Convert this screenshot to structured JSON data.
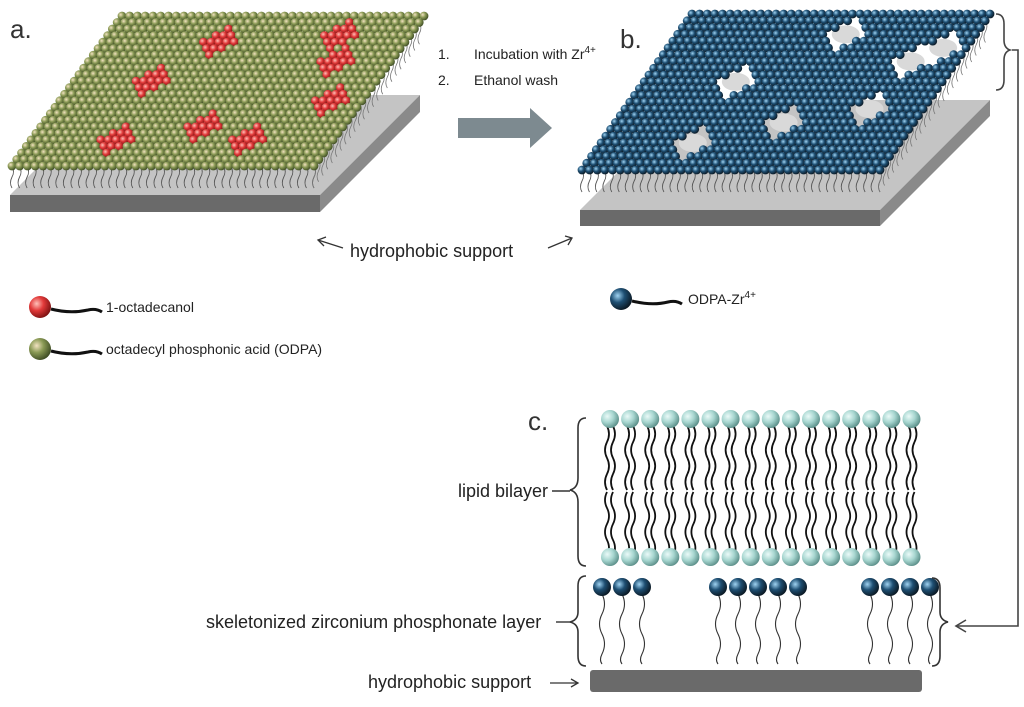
{
  "panels": {
    "a": "a.",
    "b": "b.",
    "c": "c."
  },
  "steps": [
    {
      "num": "1.",
      "text": "Incubation with Zr",
      "sup": "4+"
    },
    {
      "num": "2.",
      "text": "Ethanol wash",
      "sup": ""
    }
  ],
  "labels": {
    "hydrophobic_support_top": "hydrophobic support",
    "lipid_bilayer": "lipid bilayer",
    "zr_layer": "skeletonized zirconium phosphonate layer",
    "hydrophobic_support_bottom": "hydrophobic support"
  },
  "legend": {
    "octadecanol": "1-octadecanol",
    "odpa": "octadecyl phosphonic  acid (ODPA)",
    "odpa_zr": "ODPA-Zr",
    "odpa_zr_sup": "4+"
  },
  "colors": {
    "octadecanol": "#e23a3a",
    "odpa": "#8a9a55",
    "odpa_zr": "#1e4f73",
    "lipid_head": "#a7d6d0",
    "support_top": "#c4c4c4",
    "support_side": "#6a6a6a",
    "arrow": "#7d8a90"
  }
}
